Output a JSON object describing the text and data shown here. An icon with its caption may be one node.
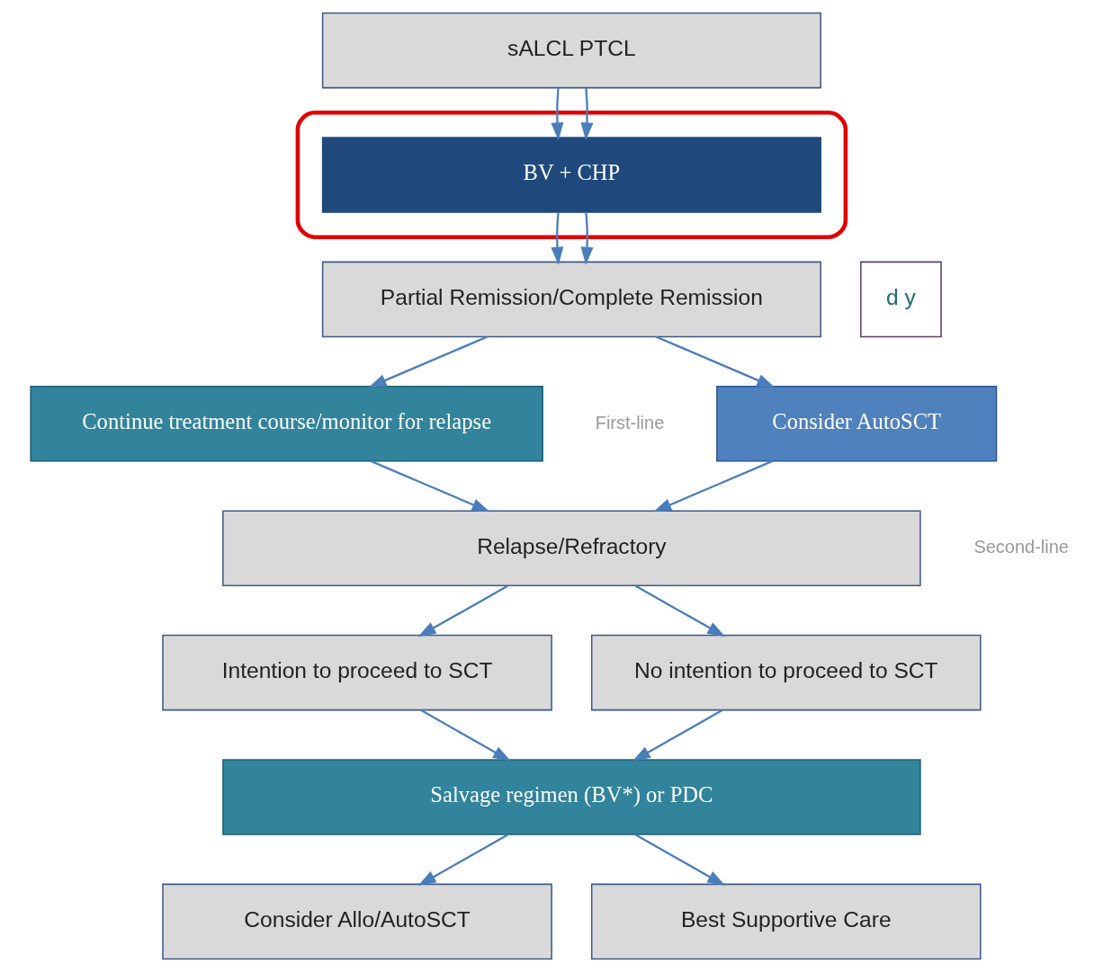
{
  "diagram": {
    "nodes": [
      {
        "text": [
          "sALCL PTCL"
        ]
      },
      {
        "text": [],
        "shape": "ellipse"
      },
      {
        "text": [
          "BV + CHP"
        ],
        "in": 1
      },
      {
        "text": [
          "Partial Remission/Complete Remission"
        ]
      },
      {
        "text": [
          "Consider AutoSCT"
        ]
      },
      {
        "text": [
          "Continue treatment course/monitor for relapse"
        ]
      },
      {
        "text": [
          "Relapse/Refractory"
        ]
      },
      {
        "text": [
          "Intention to proceed to SCT"
        ]
      },
      {
        "text": [
          "No intention to proceed to SCT"
        ]
      },
      {
        "text": [
          "Salvage regimen (BV*) or PDC"
        ]
      },
      {
        "text": [
          "Consider Allo/AutoSCT"
        ]
      },
      {
        "text": [
          "Best Supportive Care"
        ]
      },
      {
        "text": [
          "d y"
        ]
      }
    ],
    "edges": [
      {
        "from": 0,
        "to": 2,
        "arrow": "to"
      },
      {
        "from": 0,
        "to": 2,
        "arrow": "to"
      },
      {
        "from": 2,
        "to": 3,
        "arrow": "to"
      },
      {
        "from": 2,
        "to": 3,
        "arrow": "to"
      },
      {
        "from": 3,
        "to": 4,
        "arrow": "to"
      },
      {
        "from": 3,
        "to": 5,
        "arrow": "to"
      },
      {
        "from": 4,
        "to": 6,
        "arrow": "to"
      },
      {
        "from": 5,
        "to": 6,
        "arrow": "to"
      },
      {
        "from": 6,
        "to": 7,
        "arrow": "to"
      },
      {
        "from": 6,
        "to": 8,
        "arrow": "to"
      },
      {
        "from": 7,
        "to": 9,
        "arrow": "to"
      },
      {
        "from": 8,
        "to": 9,
        "arrow": "to"
      },
      {
        "from": 9,
        "to": 10,
        "arrow": "to"
      },
      {
        "from": 9,
        "to": 11,
        "arrow": "to"
      }
    ],
    "labels": [
      "First-line",
      "Second-line"
    ]
  }
}
